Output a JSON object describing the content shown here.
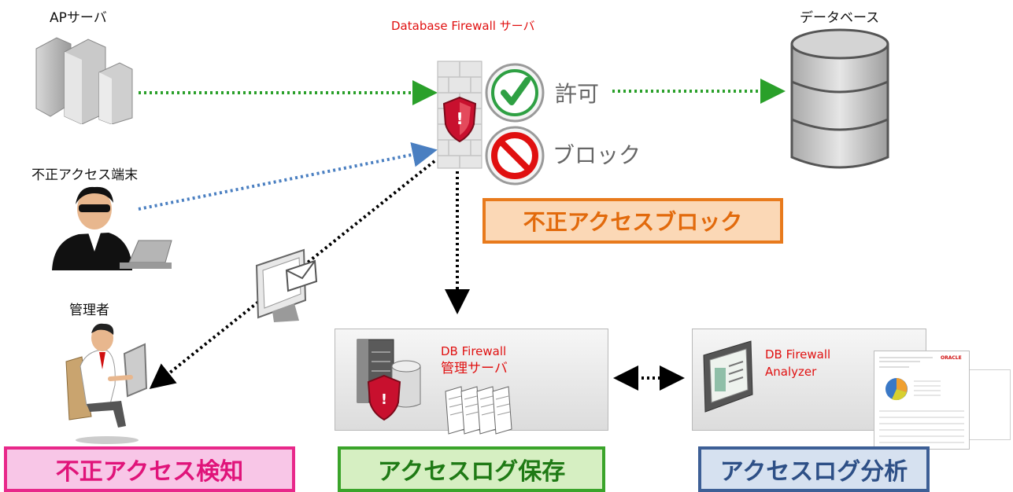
{
  "labels": {
    "ap_server": "APサーバ",
    "db_firewall_server": "Database Firewall サーバ",
    "database": "データベース",
    "unauthorized_terminal": "不正アクセス端末",
    "administrator": "管理者",
    "allow": "許可",
    "block": "ブロック",
    "mgmt_server_line1": "DB Firewall",
    "mgmt_server_line2": "管理サーバ",
    "analyzer_line1": "DB Firewall",
    "analyzer_line2": "Analyzer"
  },
  "tags": {
    "block": "不正アクセスブロック",
    "detect": "不正アクセス検知",
    "log_save": "アクセスログ保存",
    "log_analyze": "アクセスログ分析"
  },
  "report": {
    "brand": "ORACLE"
  },
  "colors": {
    "allow_arrow": "#2aa02a",
    "attack_arrow": "#4a7fc1",
    "tag_block_border": "#e87a1c",
    "tag_block_fill": "#fbd8b6",
    "tag_detect_border": "#e8288a",
    "tag_detect_fill": "#f8c6e7",
    "tag_save_border": "#3aa42a",
    "tag_save_fill": "#d6efc2",
    "tag_analyze_border": "#3d5f96",
    "tag_analyze_fill": "#d6e1f0"
  }
}
